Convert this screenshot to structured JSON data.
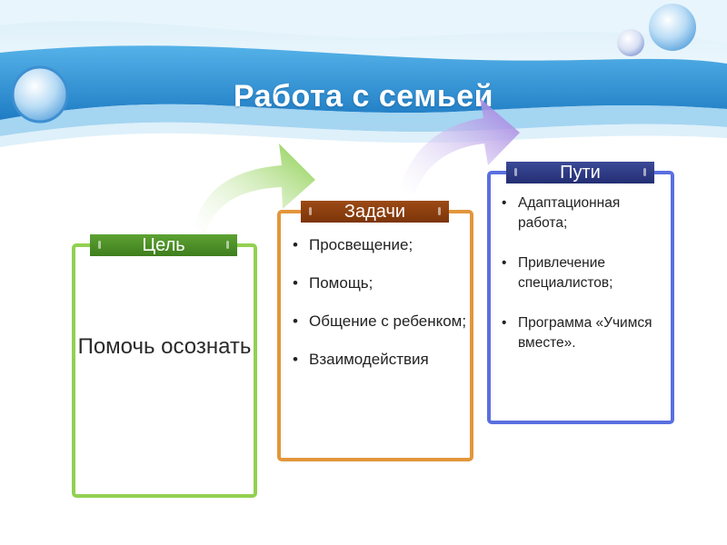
{
  "title": "Работа с семьей",
  "columns": [
    {
      "tag": "Цель",
      "body": "Помочь осознать",
      "color": "#92d050"
    },
    {
      "tag": "Задачи",
      "items": [
        "Просвещение;",
        "Помощь;",
        "Общение с ребенком;",
        "Взаимодействия"
      ],
      "color": "#e3963b"
    },
    {
      "tag": "Пути",
      "items": [
        "Адаптационная работа;",
        "Привлечение специалистов;",
        "Программа «Учимся вместе»."
      ],
      "color": "#5a6fe0"
    }
  ],
  "colors": {
    "banner_top": "#9fd4f3",
    "banner_mid": "#2a8ed0",
    "arrow_green": "#8fd14f",
    "arrow_purple": "#a27ee0"
  }
}
